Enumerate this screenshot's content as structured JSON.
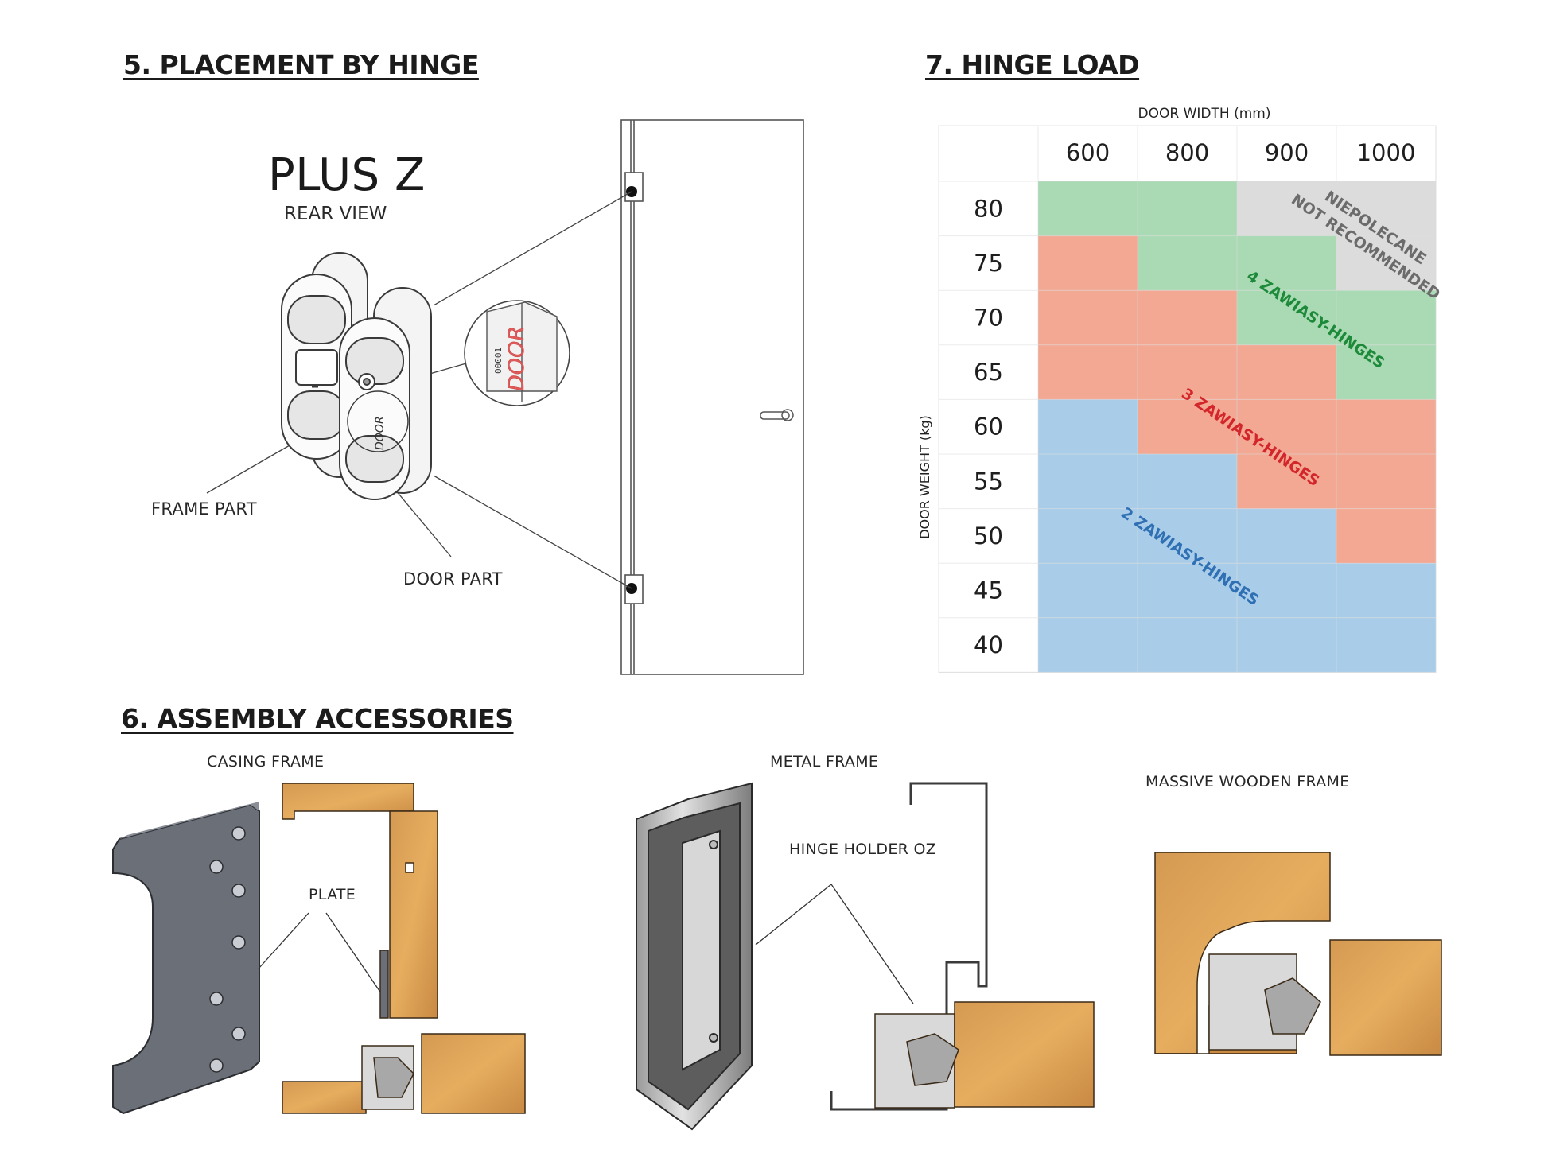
{
  "section5": {
    "title": "5. PLACEMENT BY HINGE",
    "product": "PLUS Z",
    "view": "REAR VIEW",
    "frame_part": "FRAME PART",
    "door_part": "DOOR PART",
    "hinge_door_text": "DOOR",
    "hinge_code": "00001"
  },
  "section6": {
    "title": "6. ASSEMBLY ACCESSORIES",
    "casing_frame": "CASING FRAME",
    "plate": "PLATE",
    "metal_frame": "METAL FRAME",
    "hinge_holder": "HINGE HOLDER OZ",
    "massive_frame": "MASSIVE WOODEN FRAME"
  },
  "section7": {
    "title": "7. HINGE LOAD",
    "x_label": "DOOR WIDTH (mm)",
    "y_label": "DOOR WEIGHT (kg)",
    "not_recommended_1": "NIEPOLECANE",
    "not_recommended_2": "NOT RECOMMENDED",
    "zone_4": "4 ZAWIASY-HINGES",
    "zone_3": "3 ZAWIASY-HINGES",
    "zone_2": "2 ZAWIASY-HINGES"
  },
  "chart_data": {
    "type": "heatmap",
    "title": "7. HINGE LOAD",
    "xlabel": "DOOR WIDTH (mm)",
    "ylabel": "DOOR WEIGHT (kg)",
    "widths": [
      "600",
      "800",
      "900",
      "1000"
    ],
    "weights": [
      "80",
      "75",
      "70",
      "65",
      "60",
      "55",
      "50",
      "45",
      "40"
    ],
    "cells": [
      [
        "4",
        "4",
        "NR",
        "NR"
      ],
      [
        "3",
        "4",
        "4",
        "NR"
      ],
      [
        "3",
        "3",
        "4",
        "4"
      ],
      [
        "3",
        "3",
        "3",
        "4"
      ],
      [
        "2",
        "3",
        "3",
        "3"
      ],
      [
        "2",
        "2",
        "3",
        "3"
      ],
      [
        "2",
        "2",
        "2",
        "3"
      ],
      [
        "2",
        "2",
        "2",
        "2"
      ],
      [
        "2",
        "2",
        "2",
        "2"
      ]
    ],
    "legend": {
      "2": "2 ZAWIASY-HINGES",
      "3": "3 ZAWIASY-HINGES",
      "4": "4 ZAWIASY-HINGES",
      "NR": "NOT RECOMMENDED"
    },
    "colors": {
      "2": "#a9cde9",
      "3": "#f3a893",
      "4": "#a9dab4",
      "NR": "#dcdcdc",
      "zone2_text": "#2f6fb3",
      "zone3_text": "#d3262b",
      "zone4_text": "#1d8a3a",
      "nr_text": "#6b6b6b"
    }
  }
}
